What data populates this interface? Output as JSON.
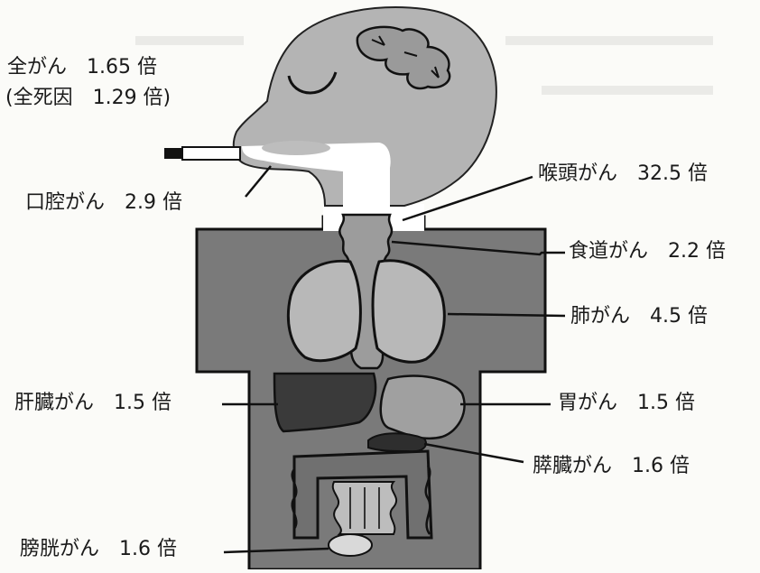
{
  "overall": {
    "line1": "全がん　1.65 倍",
    "line2": "(全死因　1.29 倍)"
  },
  "labels": {
    "oral": "口腔がん　2.9 倍",
    "larynx": "喉頭がん　32.5 倍",
    "esophagus": "食道がん　2.2 倍",
    "lung": "肺がん　4.5 倍",
    "liver": "肝臓がん　1.5 倍",
    "stomach": "胃がん　1.5 倍",
    "pancreas": "膵臓がん　1.6 倍",
    "bladder": "膀胱がん　1.6 倍"
  },
  "colors": {
    "body": "#7a7a7a",
    "head": "#b4b4b4",
    "organ_light": "#b8b8b8",
    "liver": "#3a3a3a",
    "outline": "#111111",
    "background": "#fbfbf8"
  }
}
